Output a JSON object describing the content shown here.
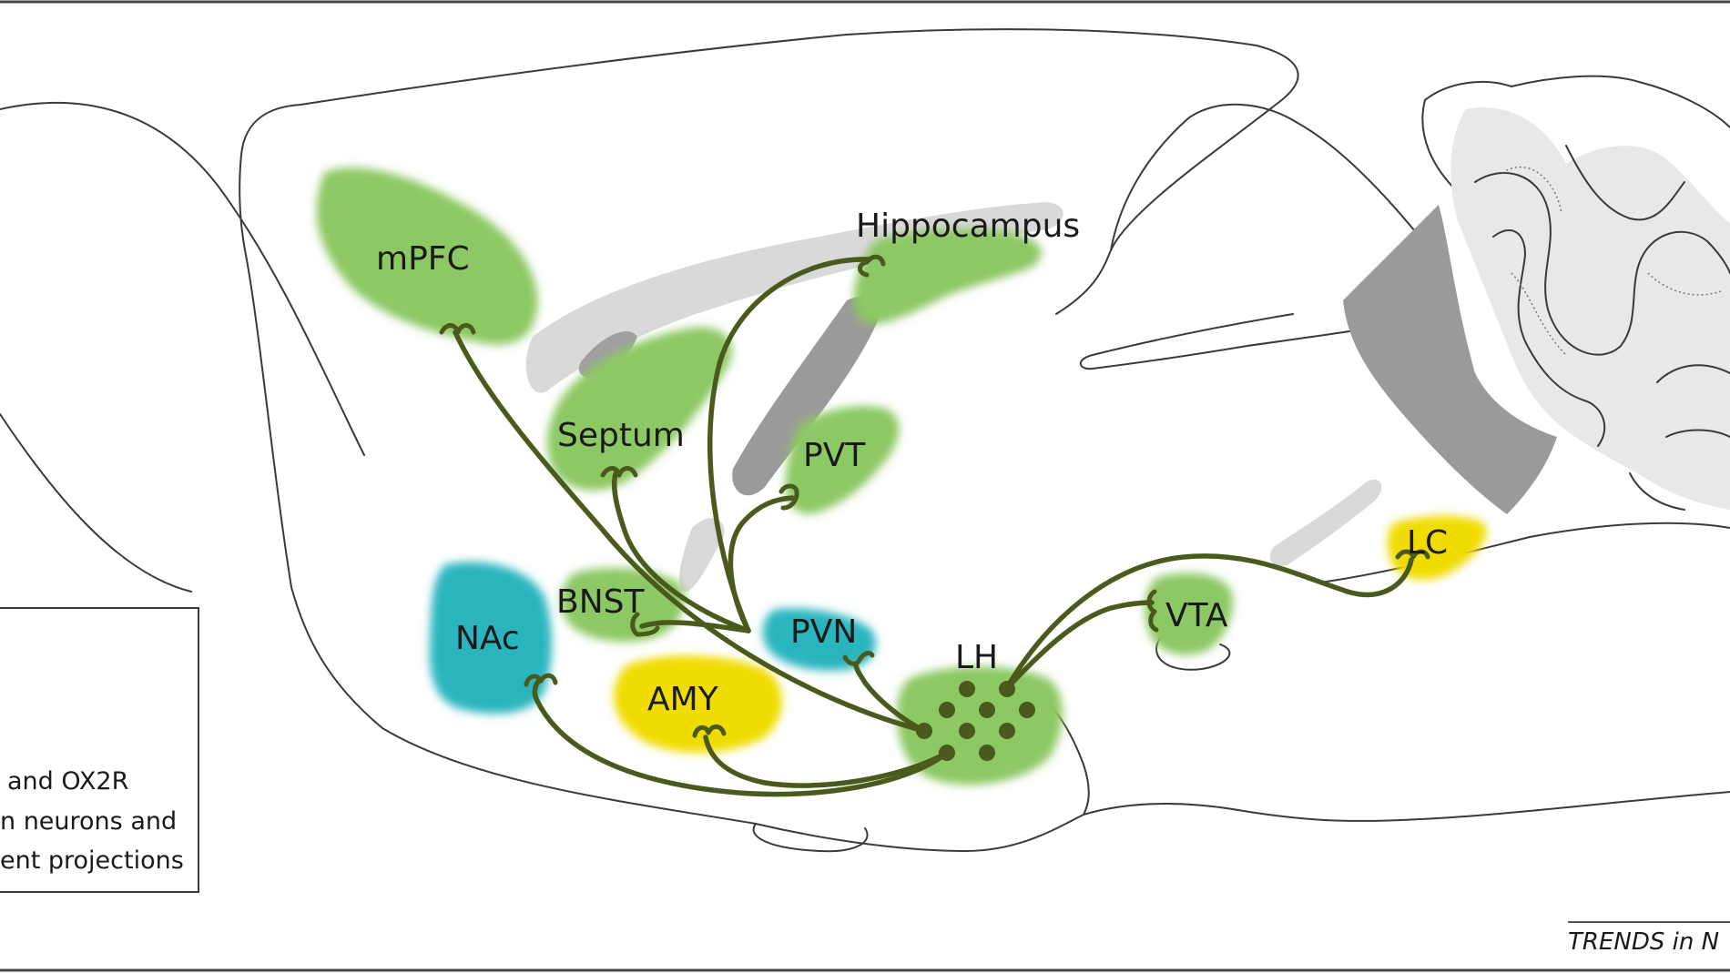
{
  "regions": {
    "mpfc": "mPFC",
    "hippocampus": "Hippocampus",
    "septum": "Septum",
    "pvt": "PVT",
    "bnst": "BNST",
    "nac": "NAc",
    "pvn": "PVN",
    "amy": "AMY",
    "lh": "LH",
    "vta": "VTA",
    "lc": "LC"
  },
  "legend": {
    "line1": "and OX2R",
    "line2": "n neurons and",
    "line3": "ent projections"
  },
  "credit": "TRENDS in N",
  "colors": {
    "green_region": "#8cc864",
    "cyan_region": "#2bb5be",
    "yellow_region": "#f0dc00",
    "projection": "#4a5a1c",
    "ventricle_light": "#d9d9d9",
    "ventricle_dark": "#9a9a9a"
  }
}
